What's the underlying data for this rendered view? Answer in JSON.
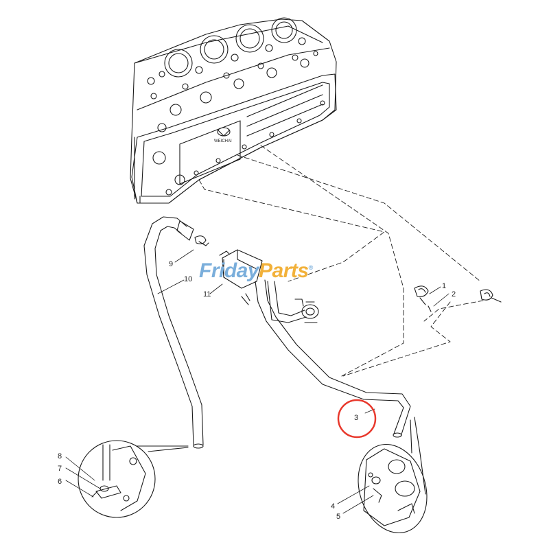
{
  "watermark": {
    "part1": "Friday",
    "part2": "Parts",
    "mark": "®",
    "color_blue": "#7aaedb",
    "color_orange": "#f2b13a"
  },
  "callouts": [
    "1",
    "2",
    "3",
    "4",
    "5",
    "6",
    "7",
    "8",
    "9",
    "10",
    "11"
  ],
  "highlight": {
    "label": "3",
    "color": "#e8382c"
  },
  "logo": {
    "text": "WEICHAI"
  }
}
